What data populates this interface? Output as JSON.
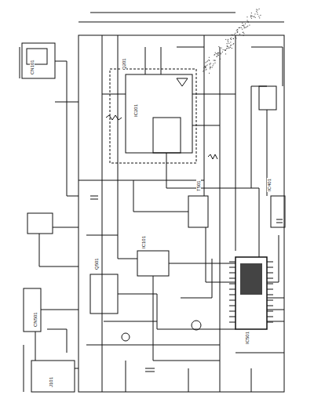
{
  "diagram": {
    "labels": [
      "IC201",
      "IC501",
      "Q501",
      "T501",
      "CN501",
      "CN101",
      "IC101",
      "Q201",
      "IC401",
      "J101"
    ]
  }
}
